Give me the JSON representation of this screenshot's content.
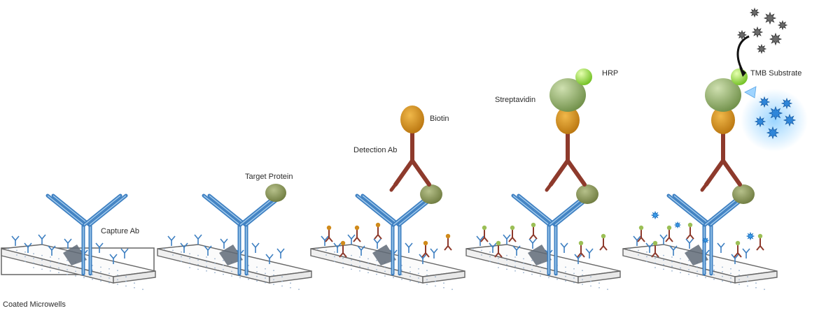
{
  "labels": {
    "capture_ab": "Capture Ab",
    "coated_microwells": "Coated Microwells",
    "target_protein": "Target Protein",
    "detection_ab": "Detection Ab",
    "biotin": "Biotin",
    "streptavidin": "Streptavidin",
    "hrp": "HRP",
    "tmb_substrate": "TMB Substrate"
  },
  "colors": {
    "capture_antibody": "#3d7fc1",
    "capture_antibody_light": "#9cc6ea",
    "target_protein": "#7a8a4a",
    "detection_antibody": "#8e3a2c",
    "biotin": "#d08a1a",
    "streptavidin": "#7ea05a",
    "hrp": "#8fd03a",
    "tmb_product": "#2f86d9",
    "tmb_substrate": "#6a6a6a",
    "plate_outline": "#666666"
  },
  "icons": {
    "plate": "plate-icon",
    "antibody": "antibody-icon",
    "substrate": "star-icon"
  }
}
